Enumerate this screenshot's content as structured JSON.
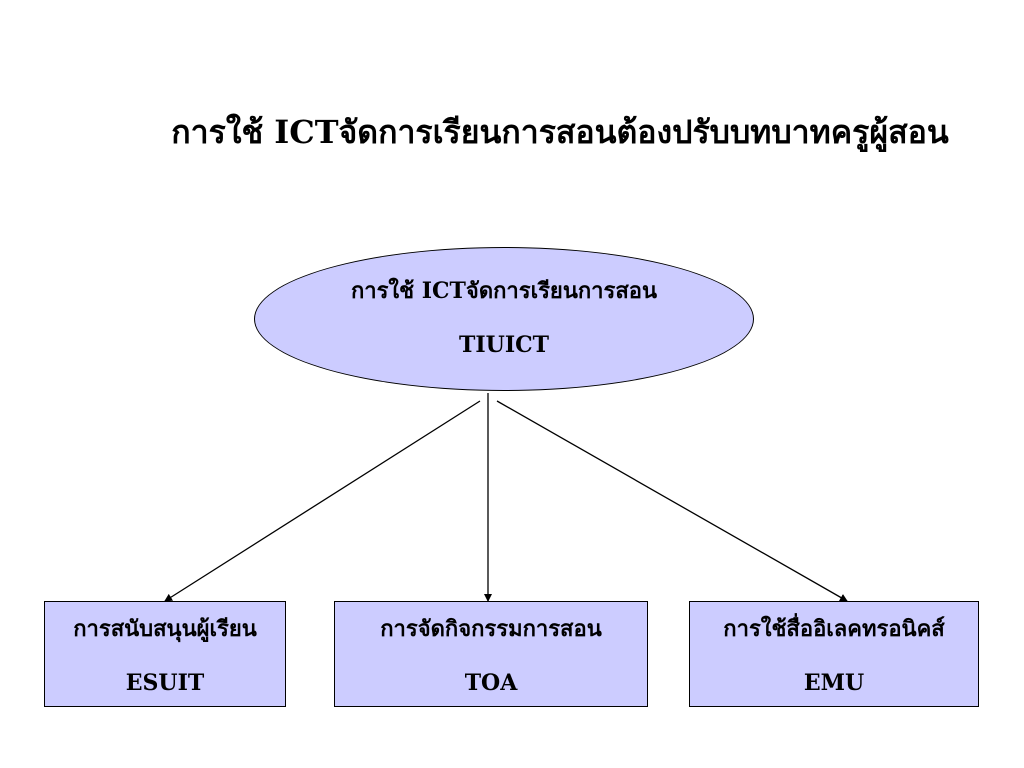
{
  "title": "การใช้ ICTจัดการเรียนการสอนต้องปรับบทบาทครูผู้สอน",
  "root": {
    "label": "การใช้ ICTจัดการเรียนการสอน",
    "code": "TIUICT"
  },
  "children": [
    {
      "label": "การสนับสนุนผู้เรียน",
      "code": "ESUIT"
    },
    {
      "label": "การจัดกิจกรรมการสอน",
      "code": "TOA"
    },
    {
      "label": "การใช้สื่ออิเลคทรอนิคส์",
      "code": "EMU"
    }
  ],
  "colors": {
    "node_fill": "#ccccff",
    "stroke": "#000000",
    "background": "#ffffff"
  }
}
